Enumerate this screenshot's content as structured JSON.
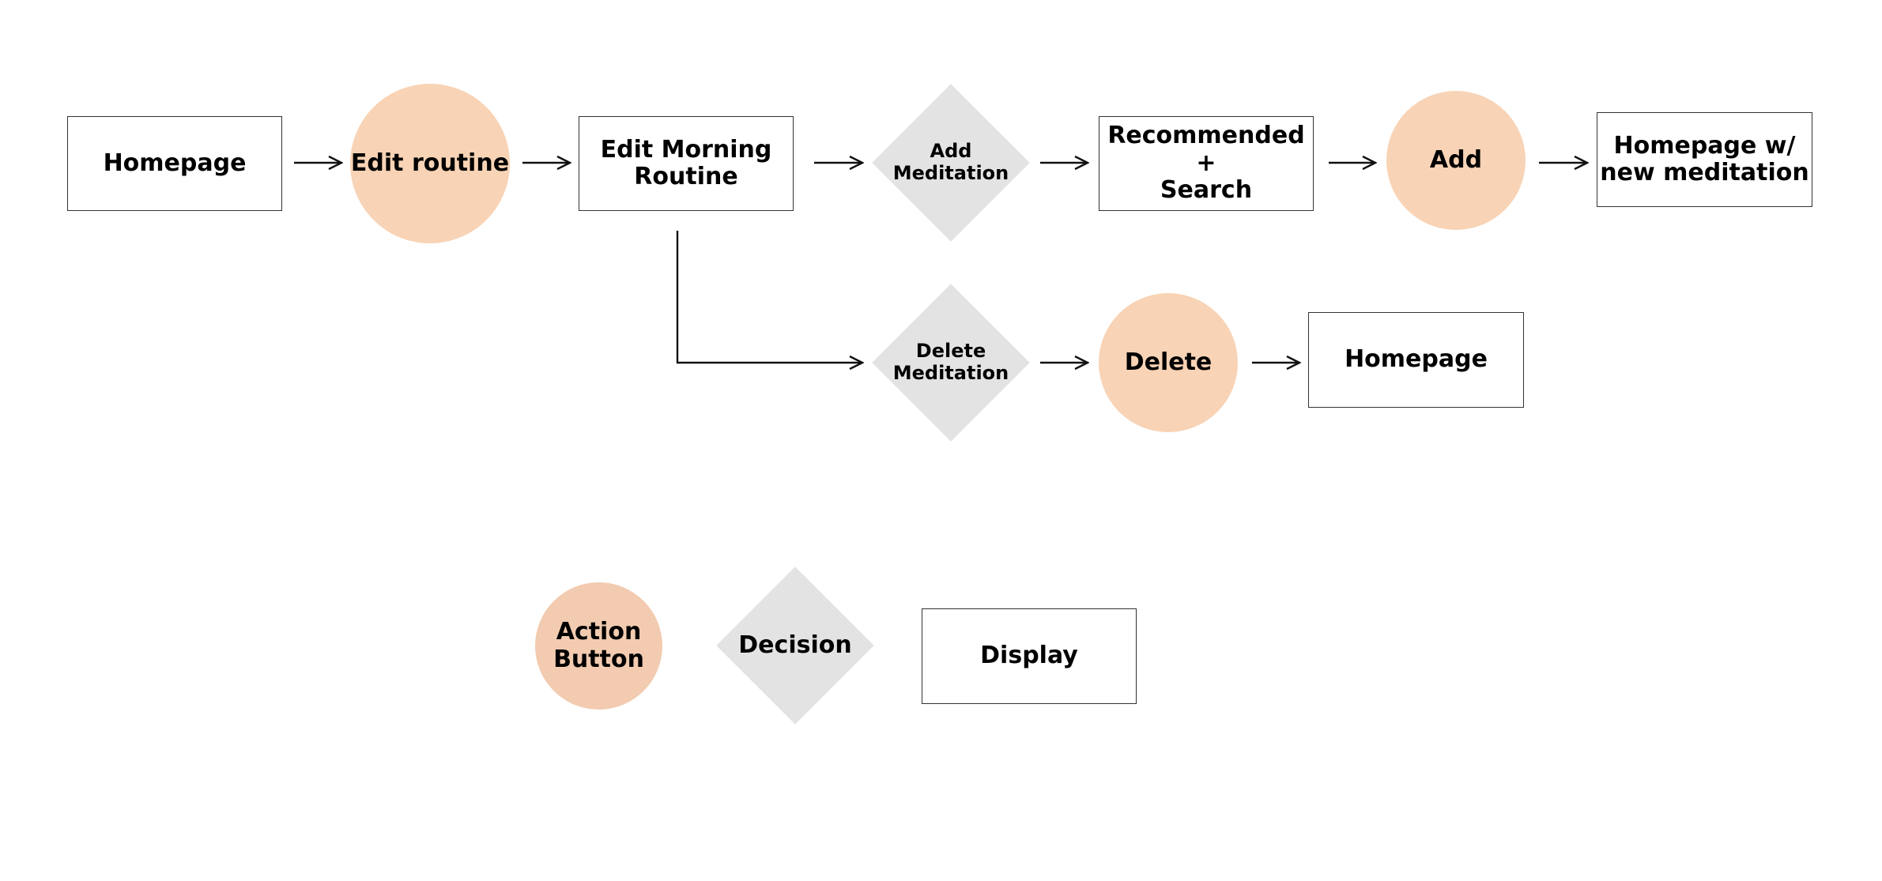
{
  "colors": {
    "action": "#f8d3b5",
    "action_legend": "#f2cbb0",
    "decision": "#e3e3e3",
    "display_border": "#333333",
    "line": "#111111"
  },
  "flow": {
    "homepage": "Homepage",
    "edit_routine": "Edit routine",
    "edit_morning_routine": "Edit Morning\nRoutine",
    "add_meditation": "Add\nMeditation",
    "recommended_search": "Recommended +\nSearch",
    "add": "Add",
    "homepage_new": "Homepage w/\nnew meditation",
    "delete_meditation": "Delete\nMeditation",
    "delete": "Delete",
    "homepage_after_delete": "Homepage"
  },
  "legend": {
    "action_button": "Action\nButton",
    "decision": "Decision",
    "display": "Display"
  }
}
